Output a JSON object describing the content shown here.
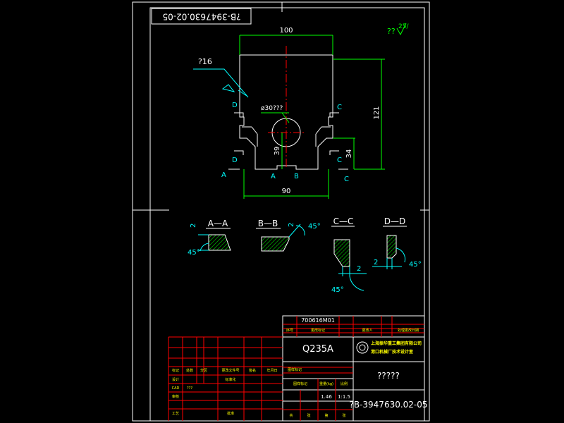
{
  "drawing_number_rotated": "?B-3947630.02-05",
  "roughness": {
    "prefix": "??",
    "value": "25/"
  },
  "dims": {
    "width_top": "100",
    "height_right": "121",
    "width_bottom": "90",
    "hole_depth": "39",
    "right_step": "34",
    "hole_dia": "ø30???",
    "leader_label": "?16"
  },
  "section_marks": {
    "a": "A",
    "b": "B",
    "c": "C",
    "d": "D"
  },
  "sections": [
    {
      "title": "A—A",
      "dim": "2",
      "angle": "45°"
    },
    {
      "title": "B—B",
      "dim": "2",
      "angle": "45°"
    },
    {
      "title": "C—C",
      "dim": "2",
      "angle": "45°"
    },
    {
      "title": "D—D",
      "dim": "2",
      "angle": "45°"
    }
  ],
  "title_block": {
    "ref_code": "700616M01",
    "header_cells": [
      "序号",
      "更改标记",
      "",
      "更改人",
      "",
      "处理更改日期"
    ],
    "material": "Q235A",
    "company_line1": "上海振华重工集团有限公司",
    "company_line2": "港口机械厂技术设计室",
    "part_name": "?????",
    "stage_label": "图样标记",
    "weight_label": "重量(kg)",
    "scale_label": "比例",
    "weight": "1.46",
    "scale": "1:1.5",
    "sheet_labels": [
      "共",
      "张",
      "第",
      "张"
    ],
    "drawing_number": "?B-3947630.02-05",
    "left_headers": [
      "标记",
      "处数",
      "分区",
      "更改文件号",
      "签名",
      "年月日"
    ],
    "left_rows": [
      {
        "label": "设计",
        "value": "",
        "note": "标准化"
      },
      {
        "label": "CAD",
        "value": "???",
        "note": ""
      },
      {
        "label": "审核",
        "value": "",
        "note": ""
      },
      {
        "label": "工艺",
        "value": "",
        "note": "批准"
      }
    ]
  }
}
